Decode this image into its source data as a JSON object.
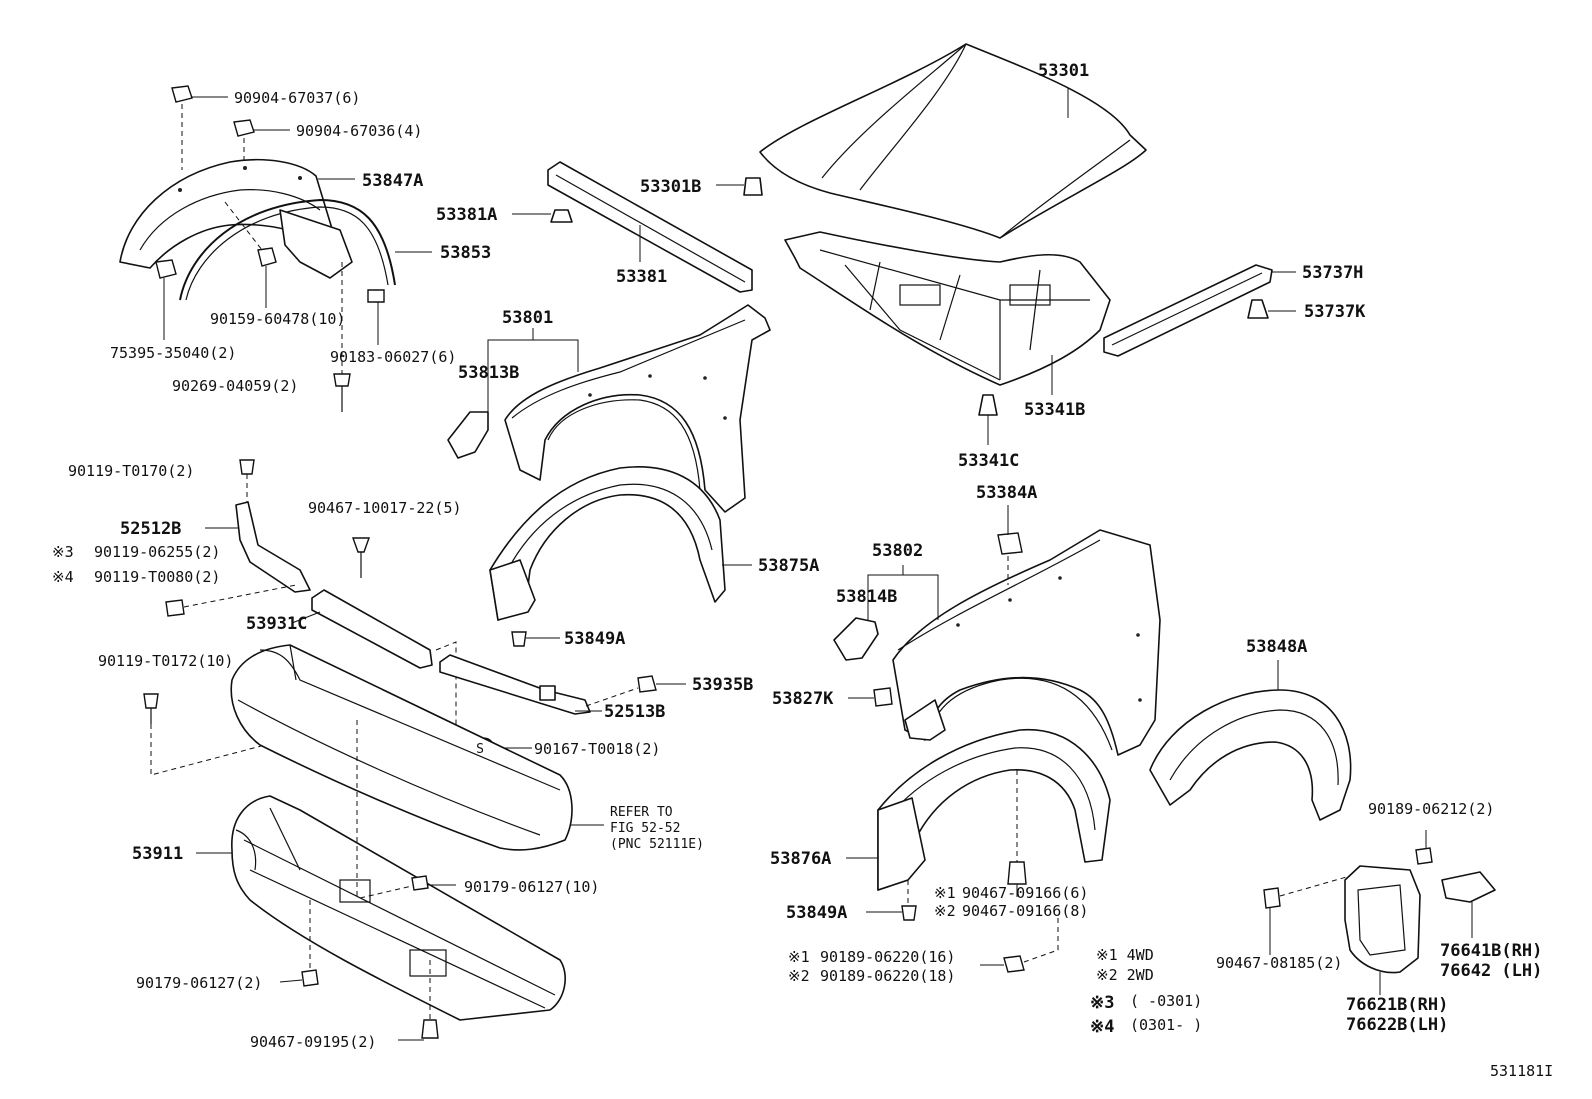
{
  "labels": {
    "p53301": "53301",
    "p53301B": "53301B",
    "p53381A": "53381A",
    "p53381": "53381",
    "p53737H": "53737H",
    "p53737K": "53737K",
    "p53341B": "53341B",
    "p53341C": "53341C",
    "p53384A": "53384A",
    "p53801": "53801",
    "p53813B": "53813B",
    "p53802": "53802",
    "p53814B": "53814B",
    "p53875A": "53875A",
    "p53849A_top": "53849A",
    "p53849A_bottom": "53849A",
    "p53876A": "53876A",
    "p53827K": "53827K",
    "p53848A": "53848A",
    "p53847A": "53847A",
    "p53853": "53853",
    "p52512B": "52512B",
    "p52513B": "52513B",
    "p53931C": "53931C",
    "p53935B": "53935B",
    "p53911": "53911",
    "p76641B": "76641B(RH)",
    "p76642": "76642 (LH)",
    "p76621B": "76621B(RH)",
    "p76622B": "76622B(LH)",
    "f90904_67037": "90904-67037(6)",
    "f90904_67036": "90904-67036(4)",
    "f90159_60478": "90159-60478(10)",
    "f75395_35040": "75395-35040(2)",
    "f90183_06027": "90183-06027(6)",
    "f90269_04059": "90269-04059(2)",
    "f90119_T0170": "90119-T0170(2)",
    "f90119_06255": "90119-06255(2)",
    "f90119_T0080": "90119-T0080(2)",
    "f90467_10017": "90467-10017-22(5)",
    "f90119_T0172": "90119-T0172(10)",
    "f90167_T0018": "90167-T0018(2)",
    "f90179_06127_a": "90179-06127(10)",
    "f90179_06127_b": "90179-06127(2)",
    "f90467_09195": "90467-09195(2)",
    "f90467_09166_1": "90467-09166(6)",
    "f90467_09166_2": "90467-09166(8)",
    "f90189_06220_1": "90189-06220(16)",
    "f90189_06220_2": "90189-06220(18)",
    "f90189_06212": "90189-06212(2)",
    "f90467_08185": "90467-08185(2)"
  },
  "marks": {
    "m3": "※3",
    "m4": "※4",
    "m1a": "※1",
    "m2a": "※2",
    "m1b": "※1",
    "m2b": "※2",
    "s_symbol": "S"
  },
  "legend": {
    "l1": "※1 4WD",
    "l2": "※2 2WD",
    "l3_mark": "※3",
    "l3_text": "(      -0301)",
    "l4_mark": "※4",
    "l4_text": "(0301-      )"
  },
  "refer": {
    "line1": "REFER TO",
    "line2": "FIG 52-52",
    "line3": "(PNC 52111E)"
  },
  "figure_id": "531181I"
}
